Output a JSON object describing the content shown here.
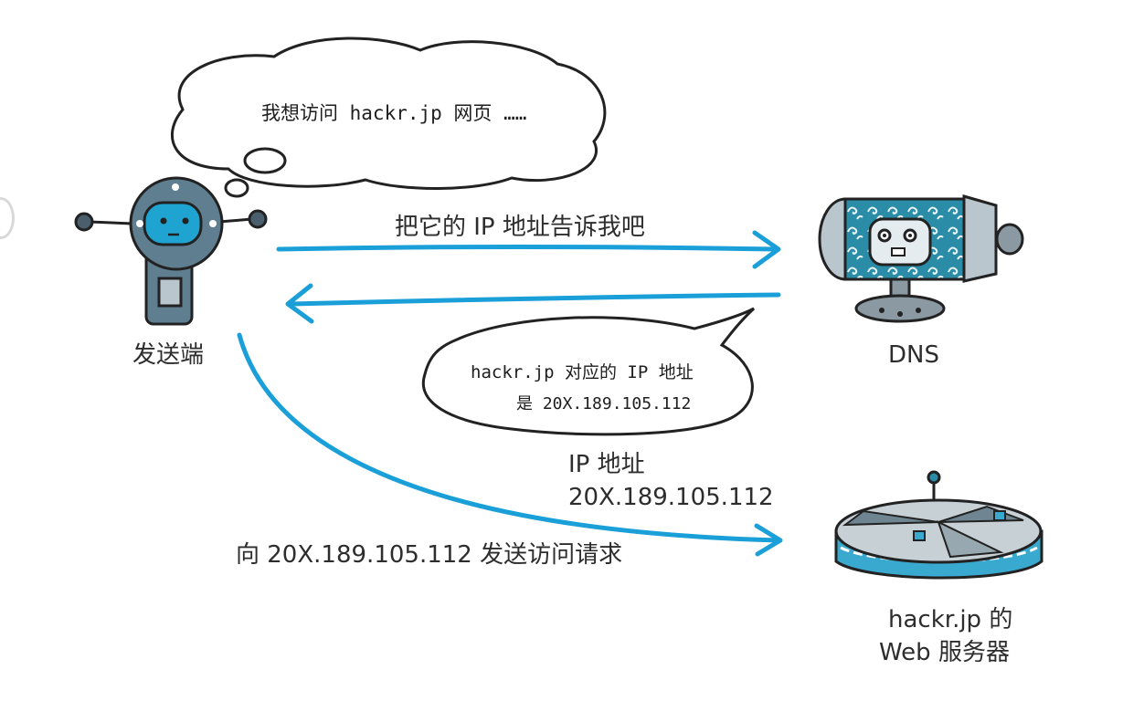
{
  "bubbles": {
    "sender_thought": "我想访问 hackr.jp 网页 ……",
    "dns_reply_line1": "hackr.jp 对应的 IP 地址",
    "dns_reply_line2": "是 20X.189.105.112"
  },
  "nodes": {
    "sender": "发送端",
    "dns": "DNS",
    "server_line1": "hackr.jp 的",
    "server_line2": "Web 服务器"
  },
  "arrows": {
    "query": "把它的 IP 地址告诉我吧",
    "ip_line1": "IP 地址",
    "ip_line2": "20X.189.105.112",
    "request": "向 20X.189.105.112 发送访问请求"
  },
  "colors": {
    "arrow": "#1a9fd8",
    "robot_body": "#5f7f91",
    "dns_pattern": "#2a8ca6",
    "outline": "#222222"
  },
  "icons": [
    "robot-sender-icon",
    "dns-drum-icon",
    "web-server-disc-icon",
    "thought-bubble",
    "speech-bubble"
  ]
}
